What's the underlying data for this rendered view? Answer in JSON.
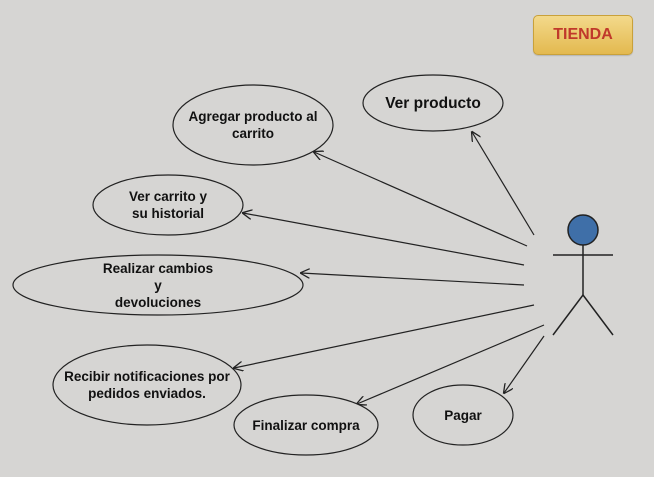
{
  "system": {
    "title": "TIENDA",
    "title_color": "#c0392b",
    "fill_color": "#e9c464"
  },
  "use_cases": [
    {
      "id": "ver-producto",
      "lines": [
        "Ver producto"
      ]
    },
    {
      "id": "agregar-producto",
      "lines": [
        "Agregar producto al",
        "carrito"
      ]
    },
    {
      "id": "ver-carrito",
      "lines": [
        "Ver carrito y",
        "su historial"
      ]
    },
    {
      "id": "realizar-cambios",
      "lines": [
        "Realizar cambios",
        "y",
        "devoluciones"
      ]
    },
    {
      "id": "recibir-notificaciones",
      "lines": [
        "Recibir notificaciones por",
        "pedidos enviados."
      ]
    },
    {
      "id": "finalizar-compra",
      "lines": [
        "Finalizar compra"
      ]
    },
    {
      "id": "pagar",
      "lines": [
        "Pagar"
      ]
    }
  ],
  "actor": {
    "head_color": "#3f6fa8"
  }
}
